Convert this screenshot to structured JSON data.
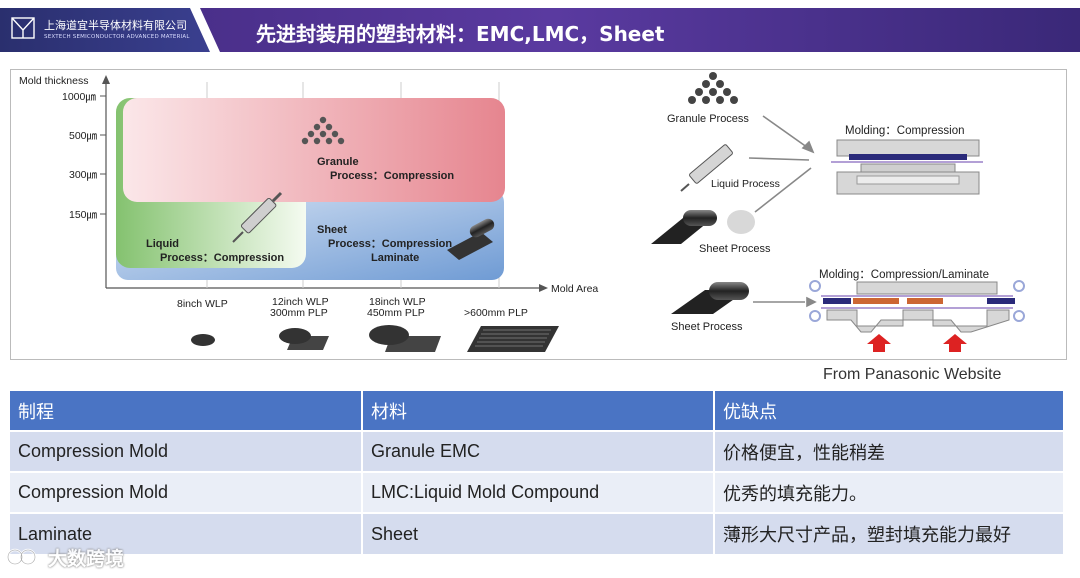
{
  "header": {
    "company_cn": "上海道宜半导体材料有限公司",
    "company_en": "SEXTECH SEMICONDUCTOR ADVANCED MATERIAL",
    "title": "先进封装用的塑封材料：EMC,LMC，Sheet"
  },
  "figure_left": {
    "y_axis_label": "Mold thickness",
    "x_axis_label": "Mold Area",
    "y_ticks": [
      "1000㎛",
      "500㎛",
      "300㎛",
      "150㎛"
    ],
    "x_ticks": [
      {
        "line1": "8inch WLP",
        "line2": ""
      },
      {
        "line1": "12inch WLP",
        "line2": "300mm PLP"
      },
      {
        "line1": "18inch WLP",
        "line2": "450mm PLP"
      },
      {
        "line1": ">600mm PLP",
        "line2": ""
      }
    ],
    "regions": {
      "granule": {
        "line1": "Granule",
        "line2": "Process：Compression"
      },
      "liquid": {
        "line1": "Liquid",
        "line2": "Process：Compression"
      },
      "sheet": {
        "line1": "Sheet",
        "line2": "Process：Compression",
        "line3": "Laminate"
      }
    }
  },
  "figure_right": {
    "granule_label": "Granule Process",
    "liquid_label": "Liquid Process",
    "sheet_label_1": "Sheet Process",
    "sheet_label_2": "Sheet Process",
    "molding_1": "Molding：Compression",
    "molding_2": "Molding：Compression/Laminate"
  },
  "source": "From Panasonic Website",
  "table": {
    "headers": [
      "制程",
      "材料",
      "优缺点"
    ],
    "rows": [
      [
        "Compression Mold",
        "Granule EMC",
        "价格便宜，性能稍差"
      ],
      [
        "Compression Mold",
        "LMC:Liquid Mold Compound",
        "优秀的填充能力。"
      ],
      [
        "Laminate",
        "Sheet",
        "薄形大尺寸产品，塑封填充能力最好"
      ]
    ]
  },
  "watermark": "大数跨境",
  "colors": {
    "header_purple": "#4a2f8a",
    "table_header": "#4a74c4",
    "row_odd": "#d5dcee",
    "row_even": "#eaeef7",
    "granule_region": "#e88a94",
    "liquid_region": "#8cc878",
    "sheet_region": "#7fa6d8"
  }
}
